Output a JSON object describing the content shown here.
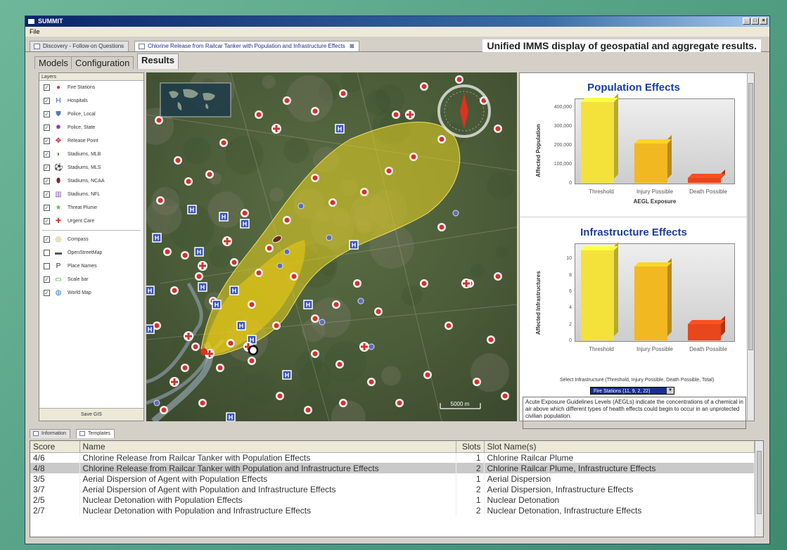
{
  "window": {
    "title": "SUMMIT",
    "menu_file": "File"
  },
  "doc_tabs": [
    {
      "label": "Discovery - Follow-on Questions",
      "active": false
    },
    {
      "label": "Chlorine Release from Railcar Tanker with Population and Infrastructure Effects",
      "active": true
    }
  ],
  "caption": "Unified IMMS display of geospatial and aggregate results.",
  "sub_tabs": [
    {
      "label": "Models",
      "active": false
    },
    {
      "label": "Configuration",
      "active": false
    },
    {
      "label": "Results",
      "active": true
    }
  ],
  "layers": {
    "header": "Layers",
    "items": [
      {
        "label": "Fire Stations",
        "checked": true,
        "icon": "fire-station-icon",
        "glyph": "●",
        "color": "#d83a3a"
      },
      {
        "label": "Hospitals",
        "checked": true,
        "icon": "hospital-icon",
        "glyph": "H",
        "color": "#3b55b8"
      },
      {
        "label": "Police, Local",
        "checked": true,
        "icon": "police-local-icon",
        "glyph": "⛊",
        "color": "#5a78b0"
      },
      {
        "label": "Police, State",
        "checked": true,
        "icon": "police-state-icon",
        "glyph": "✸",
        "color": "#8a3aa8"
      },
      {
        "label": "Release Point",
        "checked": true,
        "icon": "release-point-icon",
        "glyph": "✥",
        "color": "#c8102e"
      },
      {
        "label": "Stadiums, MLB",
        "checked": true,
        "icon": "stadium-mlb-icon",
        "glyph": "◗",
        "color": "#3a8a3a"
      },
      {
        "label": "Stadiums, MLS",
        "checked": true,
        "icon": "stadium-mls-icon",
        "glyph": "⚽",
        "color": "#111"
      },
      {
        "label": "Stadiums, NCAA",
        "checked": true,
        "icon": "stadium-ncaa-icon",
        "glyph": "⬮",
        "color": "#7a2a2a"
      },
      {
        "label": "Stadiums, NFL",
        "checked": true,
        "icon": "stadium-nfl-icon",
        "glyph": "▥",
        "color": "#7a5aa0"
      },
      {
        "label": "Threat Plume",
        "checked": true,
        "icon": "threat-plume-icon",
        "glyph": "★",
        "color": "#6ab84a"
      },
      {
        "label": "Urgent Care",
        "checked": true,
        "icon": "urgent-care-icon",
        "glyph": "✚",
        "color": "#d83a3a"
      }
    ],
    "base_items": [
      {
        "label": "Compass",
        "checked": true,
        "icon": "compass-icon",
        "glyph": "◎",
        "color": "#c89a20"
      },
      {
        "label": "OpenStreetMap",
        "checked": false,
        "icon": "openstreetmap-icon",
        "glyph": "▬",
        "color": "#555"
      },
      {
        "label": "Place Names",
        "checked": false,
        "icon": "place-names-icon",
        "glyph": "P",
        "color": "#333"
      },
      {
        "label": "Scale bar",
        "checked": true,
        "icon": "scale-bar-icon",
        "glyph": "▭",
        "color": "#3a8a3a"
      },
      {
        "label": "World Map",
        "checked": true,
        "icon": "world-map-icon",
        "glyph": "◍",
        "color": "#2a7ac8"
      }
    ],
    "save_label": "Save GIS"
  },
  "map": {
    "scale_label": "5000 m"
  },
  "chart_data": [
    {
      "type": "bar",
      "title": "Population Effects",
      "ylabel": "Affected Population",
      "xlabel": "AEGL Exposure",
      "categories": [
        "Threshold",
        "Injury Possible",
        "Death Possible"
      ],
      "values": [
        425000,
        205000,
        25000
      ],
      "yticks": [
        "0",
        "100,000",
        "200,000",
        "300,000",
        "400,000"
      ],
      "ylim": [
        0,
        450000
      ],
      "colors": [
        "#f4e23a",
        "#f2b822",
        "#e8461c"
      ]
    },
    {
      "type": "bar",
      "title": "Infrastructure Effects",
      "ylabel": "Affected Infrastructures",
      "xlabel": "",
      "categories": [
        "Threshold",
        "Injury Possible",
        "Death Possible"
      ],
      "values": [
        11,
        9,
        2
      ],
      "yticks": [
        "0",
        "2",
        "4",
        "6",
        "8",
        "10"
      ],
      "ylim": [
        0,
        12
      ],
      "colors": [
        "#f4e23a",
        "#f2b822",
        "#e8461c"
      ]
    }
  ],
  "infra_select": {
    "label": "Select Infrastructure (Threshold, Injury Possible, Death Possible, Total)",
    "value": "Fire Stations (11, 9, 2, 22)"
  },
  "description": "Acute Exposure Guidelines Levels (AEGLs) indicate the concentrations of a chemical in air above which different types of health effects could begin to occur in an unprotected civilian population.",
  "bottom_tabs": [
    {
      "label": "Information",
      "active": false
    },
    {
      "label": "Templates",
      "active": true
    }
  ],
  "templates": {
    "columns": [
      "Score",
      "Name",
      "Slots",
      "Slot Name(s)"
    ],
    "rows": [
      {
        "score": "4/6",
        "name": "Chlorine Release from Railcar Tanker with Population Effects",
        "slots": "1",
        "slot_names": "Chlorine Railcar Plume",
        "selected": false
      },
      {
        "score": "4/8",
        "name": "Chlorine Release from Railcar Tanker with Population and Infrastructure Effects",
        "slots": "2",
        "slot_names": "Chlorine Railcar Plume, Infrastructure Effects",
        "selected": true
      },
      {
        "score": "3/5",
        "name": "Aerial Dispersion of Agent with Population Effects",
        "slots": "1",
        "slot_names": "Aerial Dispersion",
        "selected": false
      },
      {
        "score": "3/7",
        "name": "Aerial Dispersion of Agent with Population and Infrastructure Effects",
        "slots": "2",
        "slot_names": "Aerial Dispersion, Infrastructure Effects",
        "selected": false
      },
      {
        "score": "2/5",
        "name": "Nuclear Detonation with Population Effects",
        "slots": "1",
        "slot_names": "Nuclear Detonation",
        "selected": false
      },
      {
        "score": "2/7",
        "name": "Nuclear Detonation with Population and Infrastructure Effects",
        "slots": "2",
        "slot_names": "Nuclear Detonation, Infrastructure Effects",
        "selected": false
      }
    ]
  }
}
